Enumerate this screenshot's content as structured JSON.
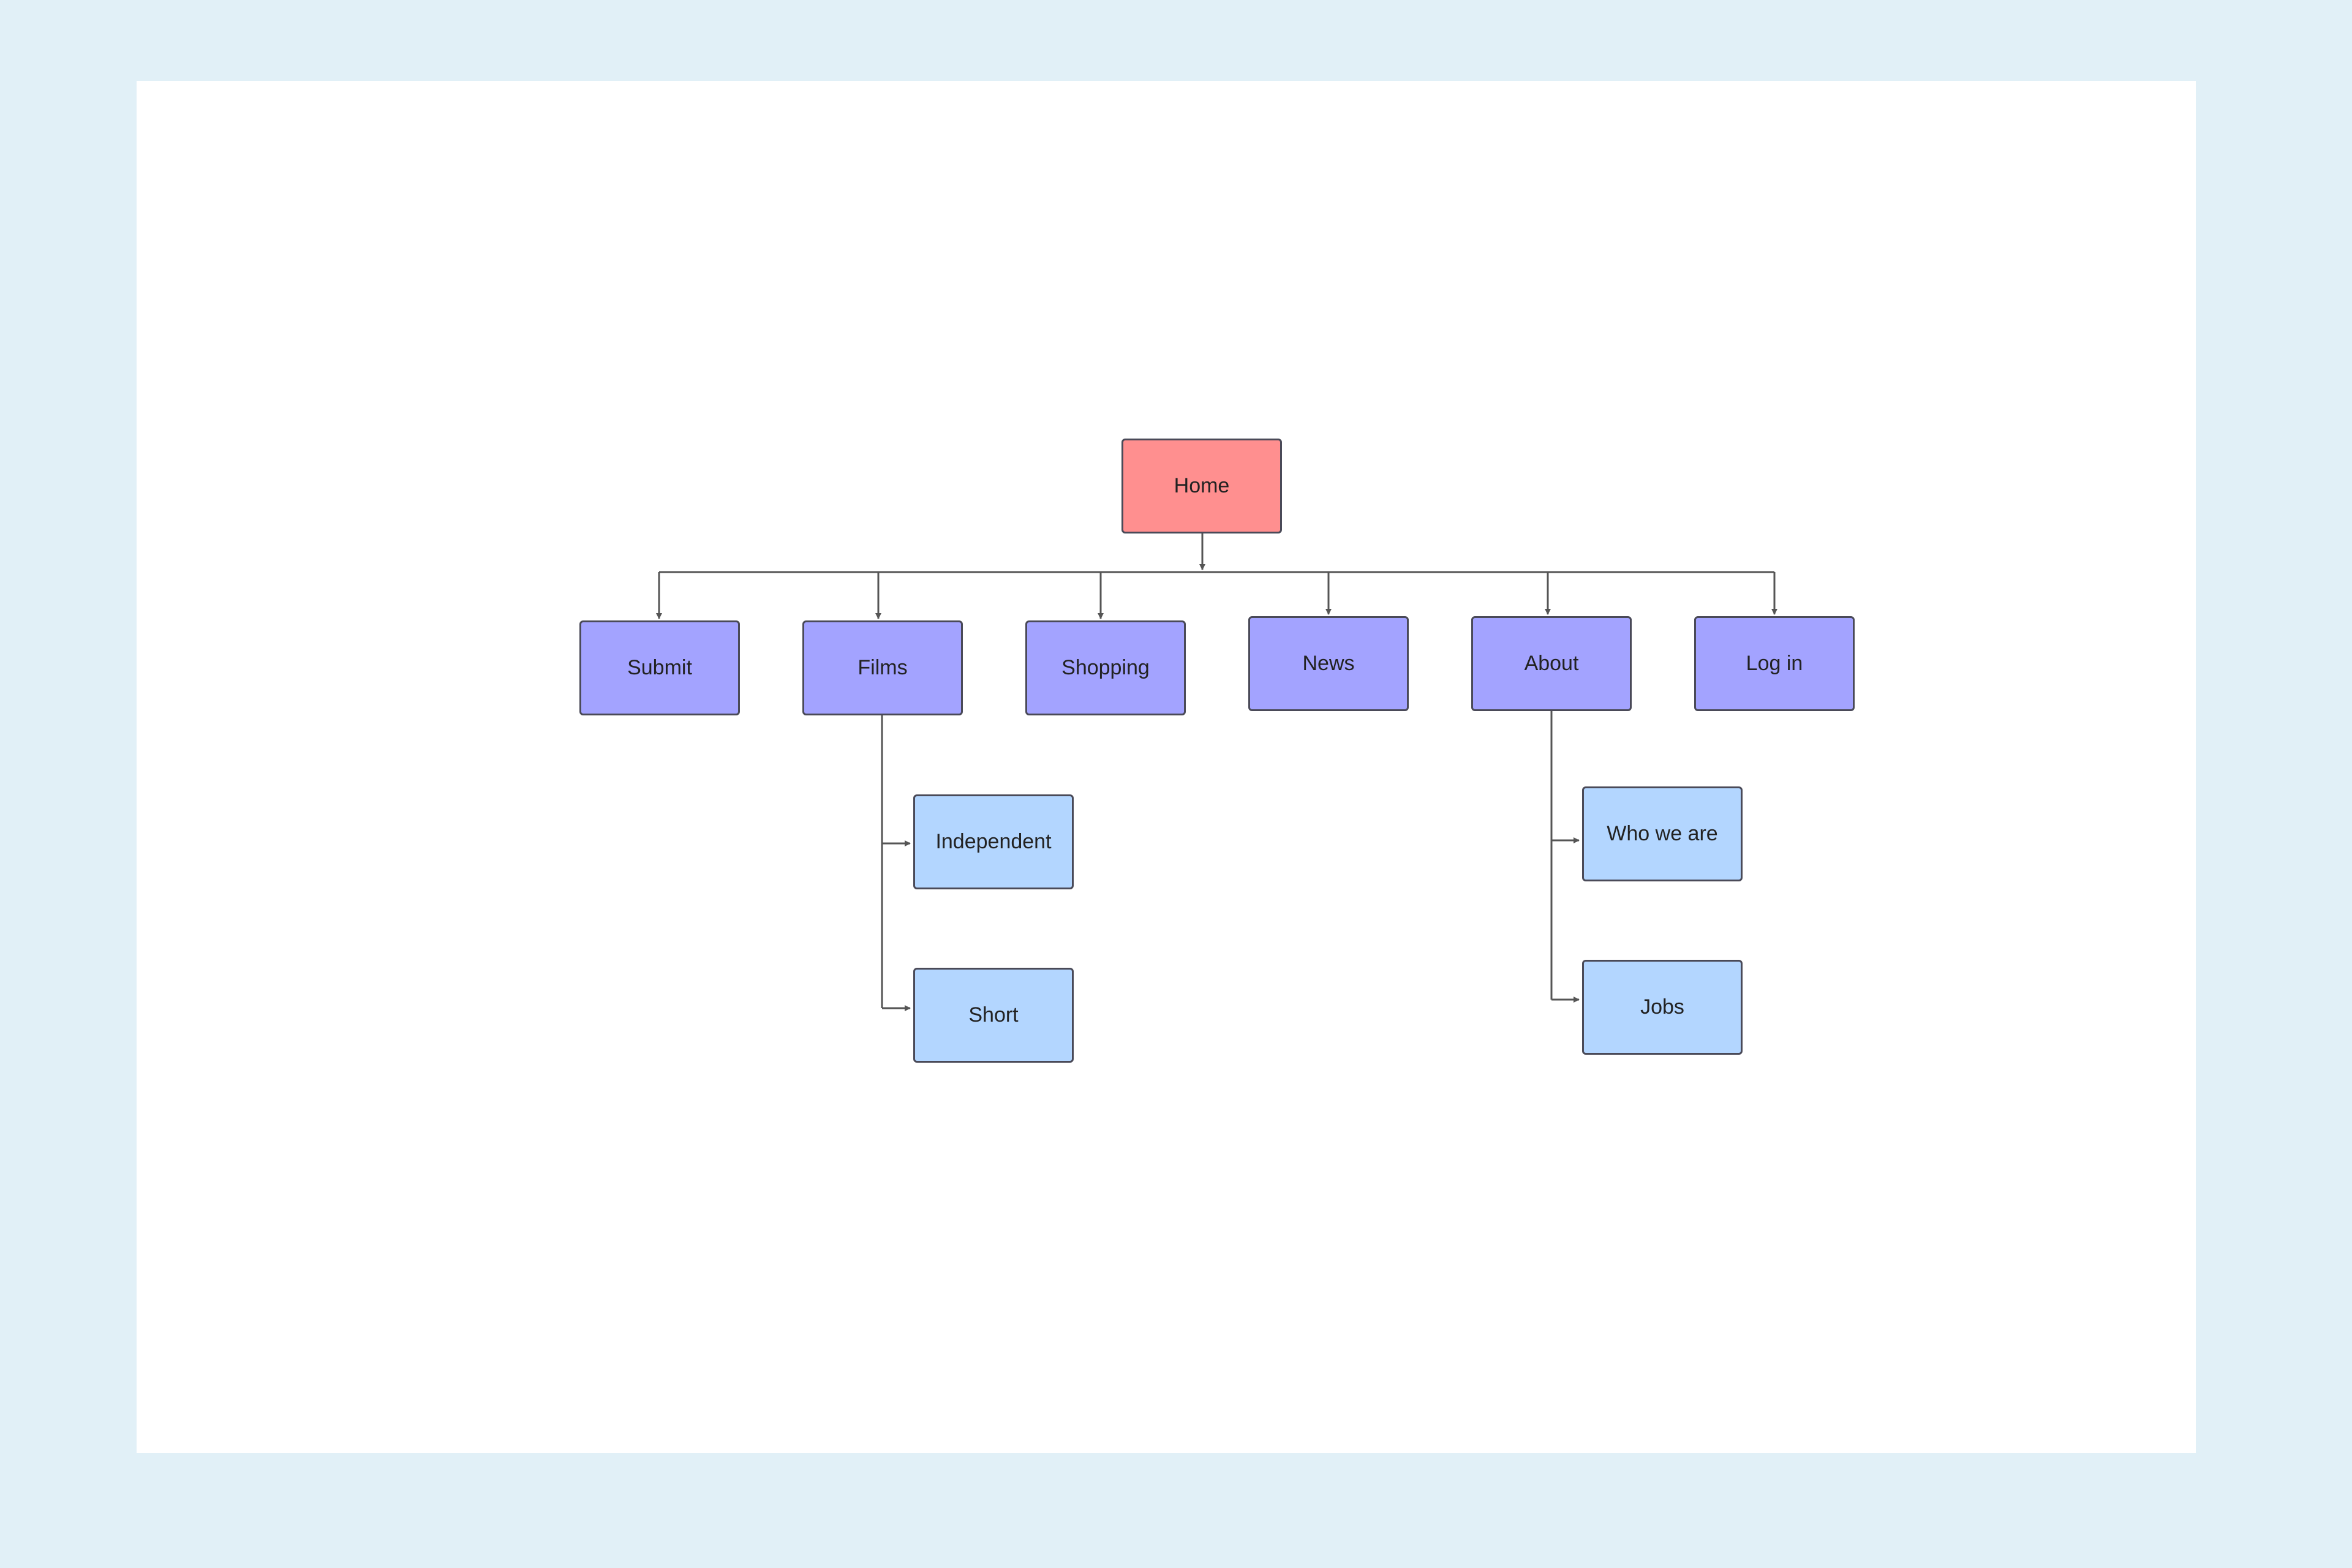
{
  "diagram": {
    "colors": {
      "background": "#e1f0f7",
      "canvas": "#ffffff",
      "root_fill": "#ff8f8f",
      "section_fill": "#a3a3ff",
      "subpage_fill": "#b3d6ff",
      "stroke": "#4a4a58",
      "connector": "#555555"
    },
    "root": {
      "label": "Home"
    },
    "sections": [
      {
        "label": "Submit"
      },
      {
        "label": "Films",
        "children": [
          {
            "label": "Independent"
          },
          {
            "label": "Short"
          }
        ]
      },
      {
        "label": "Shopping"
      },
      {
        "label": "News"
      },
      {
        "label": "About",
        "children": [
          {
            "label": "Who we are"
          },
          {
            "label": "Jobs"
          }
        ]
      },
      {
        "label": "Log in"
      }
    ]
  }
}
